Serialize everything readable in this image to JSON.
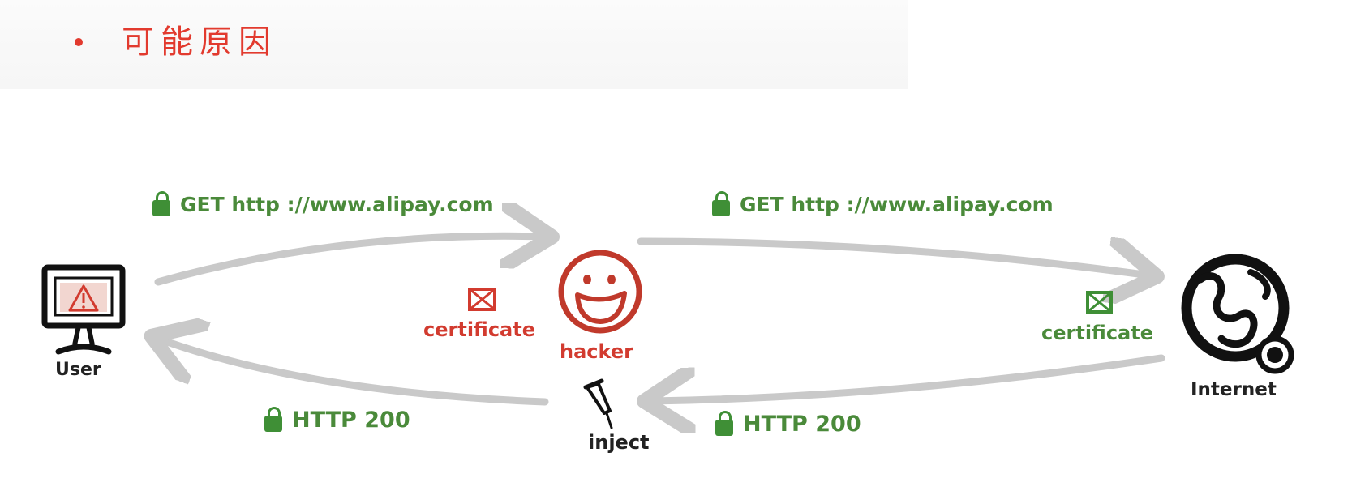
{
  "header": {
    "bullet_text": "可能原因"
  },
  "diagram": {
    "nodes": {
      "user": "User",
      "hacker": "hacker",
      "internet": "Internet",
      "inject": "inject"
    },
    "requests": {
      "user_to_hacker": "GET http  ://www.alipay.com",
      "hacker_to_internet": "GET http  ://www.alipay.com"
    },
    "responses": {
      "internet_to_hacker": "HTTP   200",
      "hacker_to_user": "HTTP   200"
    },
    "certificates": {
      "hacker_certificate": "certificate",
      "internet_certificate": "certificate"
    }
  },
  "colors": {
    "header_red": "#e23a2e",
    "secure_green": "#4a8a3a",
    "hacker_red": "#d23b2f",
    "arrow_gray": "#c9c9c9"
  }
}
